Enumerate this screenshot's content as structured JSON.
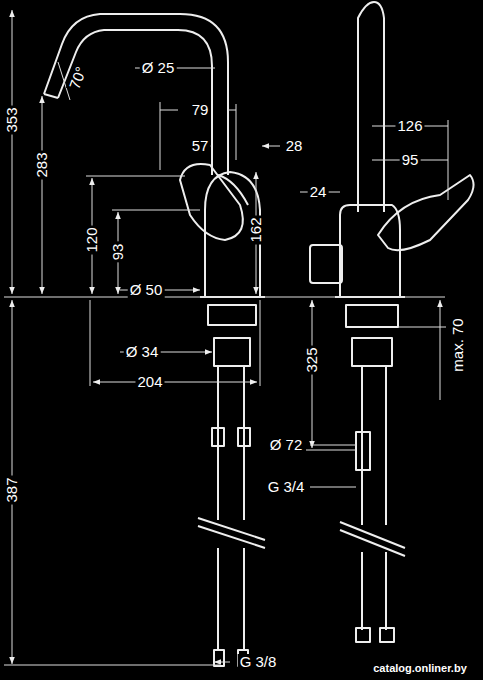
{
  "diagram": {
    "labels": [
      "70°",
      "Ø 25",
      "79",
      "57",
      "28",
      "353",
      "283",
      "120",
      "93",
      "162",
      "Ø 50",
      "Ø 34",
      "204",
      "387",
      "G 3/8",
      "126",
      "95",
      "24",
      "325",
      "max. 70",
      "Ø 72",
      "G 3/4",
      "catalog.onliner.by"
    ]
  }
}
